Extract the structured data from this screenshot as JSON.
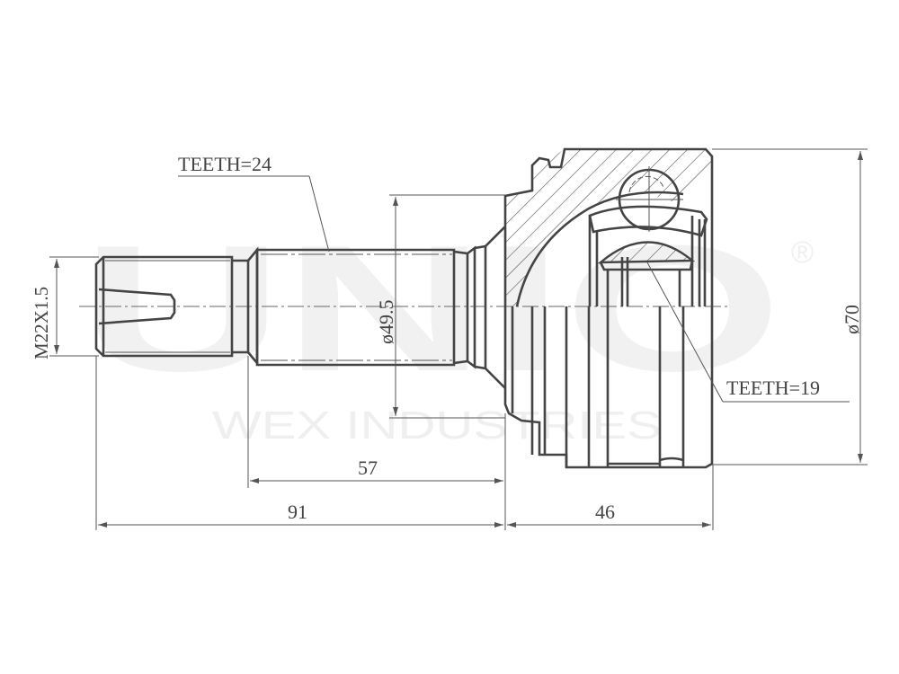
{
  "watermark": {
    "brand": "UNIO",
    "registered_mark": "®",
    "subtitle": "WEX INDUSTRIES"
  },
  "annotations": {
    "teeth_shaft": "TEETH=24",
    "teeth_inner": "TEETH=19",
    "thread": "M22X1.5",
    "spline_diameter": "ø49.5",
    "outer_diameter": "ø70"
  },
  "dimensions": {
    "shaft_length": "57",
    "total_shaft_length": "91",
    "housing_length": "46"
  },
  "colors": {
    "line": "#444444",
    "watermark": "#f0f0f0",
    "background": "#ffffff"
  }
}
